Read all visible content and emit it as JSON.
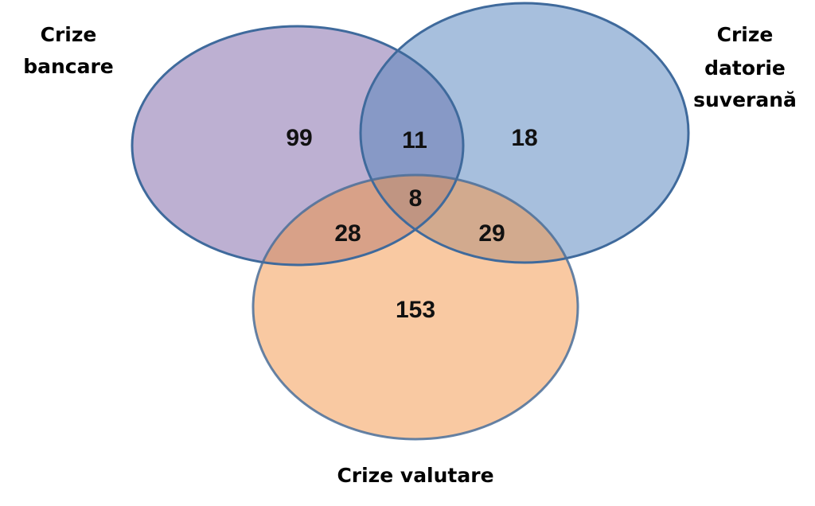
{
  "sets": {
    "banking": {
      "label_lines": [
        "Crize",
        "bancare"
      ],
      "color": "#bdb0d2"
    },
    "sovereign": {
      "label_lines": [
        "Crize",
        "datorie",
        "suverană"
      ],
      "color": "#a7bfdd"
    },
    "currency": {
      "label_lines": [
        "Crize valutare"
      ],
      "color": "#f9c9a2"
    }
  },
  "regions": {
    "banking_only": "99",
    "sovereign_only": "18",
    "currency_only": "153",
    "banking_sovereign": "11",
    "banking_currency": "28",
    "sovereign_currency": "29",
    "all_three": "8"
  },
  "colors": {
    "outline": "#3f6a9c",
    "banking_sovereign": "#8799c6",
    "banking_currency": "#d8a188",
    "sovereign_currency": "#d2aa8e",
    "all_three": "#c09582"
  }
}
